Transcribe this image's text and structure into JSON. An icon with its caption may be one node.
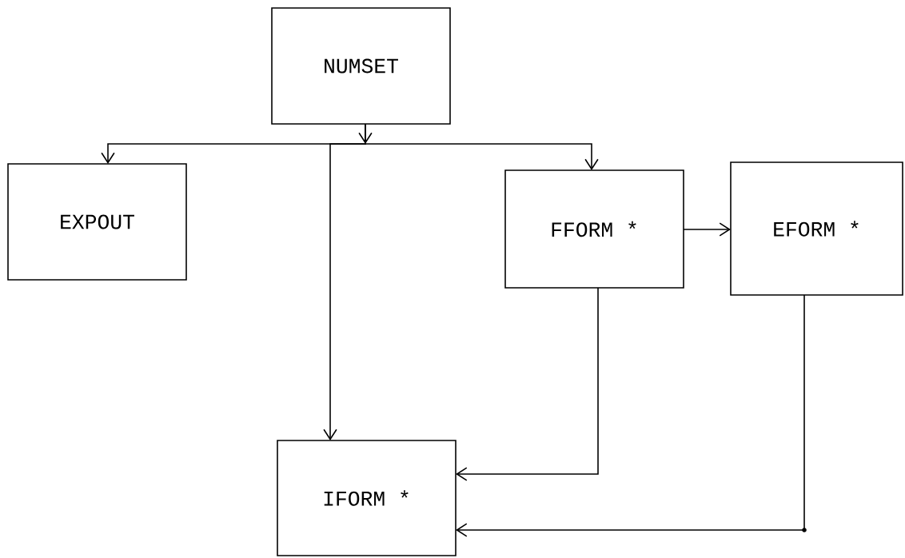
{
  "diagram": {
    "nodes": [
      {
        "text": [
          "NUMSET"
        ]
      },
      {
        "text": [
          "EXPOUT"
        ]
      },
      {
        "text": [
          "FFORM *"
        ]
      },
      {
        "text": [
          "EFORM *"
        ]
      },
      {
        "text": [
          "IFORM *"
        ]
      }
    ],
    "edges": [
      {
        "from": 0,
        "to": 1,
        "arrow": "to"
      },
      {
        "from": 0,
        "to": 2,
        "arrow": "to"
      },
      {
        "from": 0,
        "to": 4,
        "arrow": "to"
      },
      {
        "from": 2,
        "to": 3,
        "arrow": "to"
      },
      {
        "from": 2,
        "to": 4,
        "arrow": "to"
      },
      {
        "from": 3,
        "to": 4,
        "arrow": "to"
      }
    ]
  }
}
